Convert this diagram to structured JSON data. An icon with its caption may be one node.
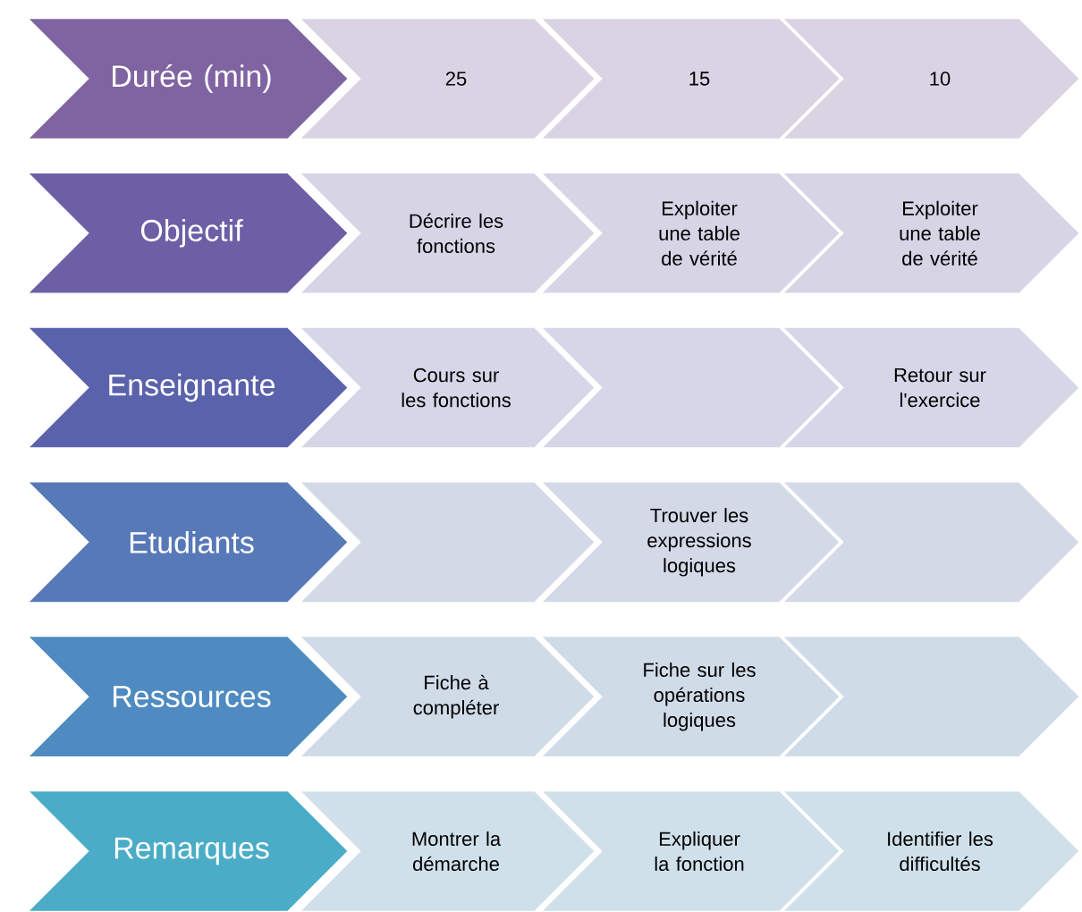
{
  "diagram": {
    "nodes": [
      {
        "text": [
          "Durée (min)"
        ]
      },
      {
        "text": [
          "25"
        ]
      },
      {
        "text": [
          "15"
        ]
      },
      {
        "text": [
          "10"
        ]
      },
      {
        "text": [
          "Objectif"
        ]
      },
      {
        "text": [
          "Décrire les fonctions"
        ]
      },
      {
        "text": [
          "Exploiter une table de vérité"
        ]
      },
      {
        "text": [
          "Exploiter une table de vérité"
        ]
      },
      {
        "text": [
          "Enseignante"
        ]
      },
      {
        "text": [
          "Cours sur les fonctions"
        ]
      },
      {
        "text": [],
        "shape": "chevron"
      },
      {
        "text": [
          "Retour sur l'exercice"
        ]
      },
      {
        "text": [
          "Etudiants"
        ]
      },
      {
        "text": [],
        "shape": "chevron"
      },
      {
        "text": [
          "Trouver les expressions logiques"
        ]
      },
      {
        "text": [],
        "shape": "chevron"
      },
      {
        "text": [
          "Ressources"
        ]
      },
      {
        "text": [
          "Fiche à compléter"
        ]
      },
      {
        "text": [
          "Fiche sur les opérations logiques"
        ]
      },
      {
        "text": [],
        "shape": "chevron"
      },
      {
        "text": [
          "Remarques"
        ]
      },
      {
        "text": [
          "Montrer la démarche"
        ]
      },
      {
        "text": [
          "Expliquer la fonction"
        ]
      },
      {
        "text": [
          "Identifier les difficultés"
        ]
      }
    ]
  }
}
